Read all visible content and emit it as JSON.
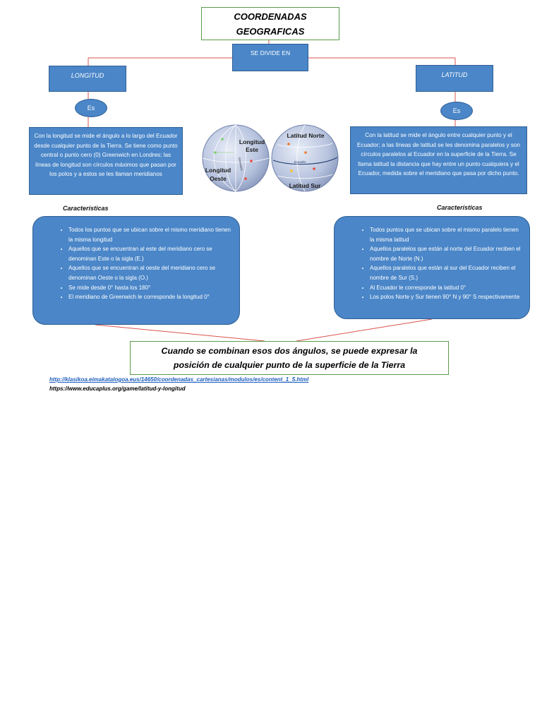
{
  "title": {
    "line1": "COORDENADAS",
    "line2": "GEOGRAFICAS"
  },
  "divide_label": "SE DIVIDE EN",
  "longitud": {
    "header": "LONGITUD",
    "es": "Es",
    "description": "Con la longitud se mide el ángulo a lo largo del Ecuador desde cualquier punto de la Tierra. Se tiene como punto central o punto cero (0) Greenwich en Londres; las líneas de longitud son círculos máximos que pasan por los polos y a estos se les llaman meridianos",
    "characteristics_label": "Características",
    "characteristics": [
      "Todos los puntos que se ubican sobre el mismo meridiano tienen la misma longitud",
      "Aquellos que se encuentran al este del meridiano cero se denominan Este o la sigla (E.)",
      "Aquellos que se encuentran al oeste del meridiano cero se denominan Oeste o la sigla (O.)",
      "Se mide desde 0° hasta los 180°",
      "El meridiano de Greenwich le corresponde la longitud 0°"
    ]
  },
  "latitud": {
    "header": "LATITUD",
    "es": "Es",
    "description": "Con la latitud se mide el ángulo entre cualquier punto y el Ecuador; a las líneas de latitud se les denomina paralelos y son círculos paralelos al Ecuador en la superficie de la Tierra. Se llama latitud la distancia que hay entre un punto cualquiera y el Ecuador, medida sobre el meridiano que pasa por dicho punto.",
    "characteristics_label": "Características",
    "characteristics": [
      "Todos puntos que se ubican sobre el mismo paralelo tienen la misma latitud",
      "Aquellos paralelos que están al norte del Ecuador reciben el nombre de Norte (N.)",
      "Aquellos paralelos que están al sur del Ecuador reciben el nombre de Sur (S.)",
      "Al Ecuador le corresponde la latitud 0°",
      "Los polos Norte y Sur tienen 90° N y 90° S respectivamente"
    ]
  },
  "globes": {
    "left": {
      "label_east_1": "Longitud",
      "label_east_2": "Este",
      "label_west_1": "Longitud",
      "label_west_2": "Oeste",
      "meridian": "Greenwich"
    },
    "right": {
      "label_north": "Latitud Norte",
      "label_south": "Latitud Sur",
      "equator": "Ecuador"
    }
  },
  "conclusion": {
    "line1": "Cuando se combinan esos dos ángulos, se puede expresar la",
    "line2": "posición de cualquier punto de la superficie de la Tierra"
  },
  "references": {
    "link1": "http://klasikoa.eimakatalogoa.eus/14650/coordenadas_cartesianas/modulos/es/content_1_5.html",
    "link2": "https://www.educaplus.org/game/latitud-y-longitud"
  },
  "colors": {
    "box_blue": "#4a86c8",
    "box_border": "#2f5f94",
    "connector_red": "#d9534f",
    "title_border_green": "#5b9b4a"
  }
}
